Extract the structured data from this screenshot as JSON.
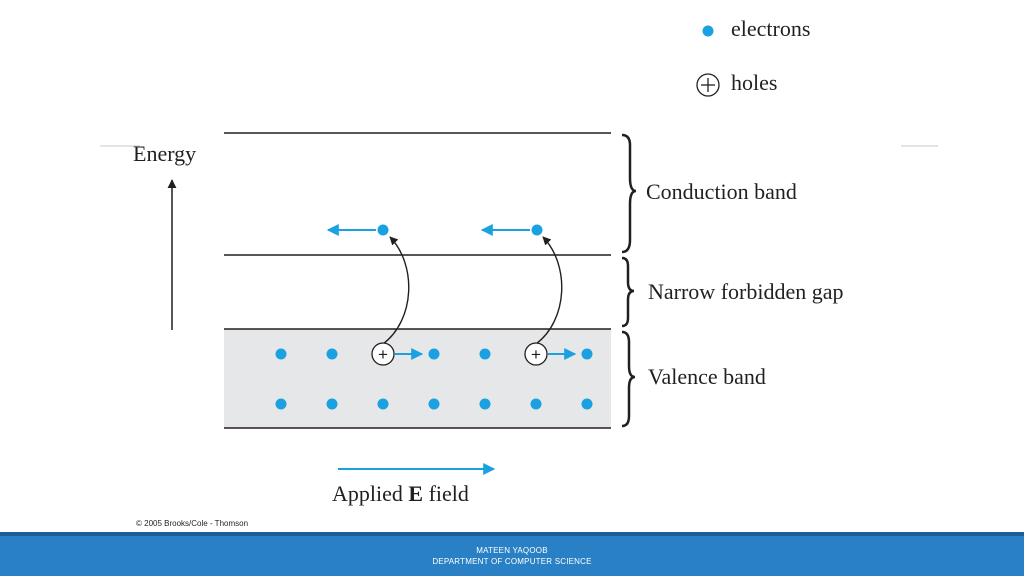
{
  "legend": {
    "electrons_label": "electrons",
    "holes_label": "holes"
  },
  "diagram": {
    "energy_label": "Energy",
    "conduction_band_label": "Conduction band",
    "forbidden_gap_label": "Narrow forbidden gap",
    "valence_band_label": "Valence band",
    "field_label_prefix": "Applied ",
    "field_label_bold": "E",
    "field_label_suffix": " field",
    "hole_symbol": "+",
    "copyright": "© 2005 Brooks/Cole - Thomson"
  },
  "footer": {
    "line1": "MATEEN YAQOOB",
    "line2": "DEPARTMENT OF COMPUTER SCIENCE"
  },
  "colors": {
    "electron": "#1ba1e2",
    "valence_fill": "#e6e7e8",
    "footer": "#2a80c5"
  }
}
